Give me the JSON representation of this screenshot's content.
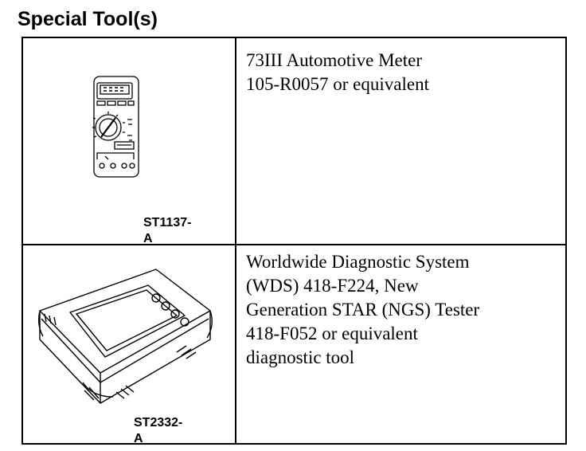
{
  "heading": "Special Tool(s)",
  "tools": [
    {
      "image_label": "ST1137-A",
      "description_lines": [
        "73III Automotive Meter",
        "105-R0057 or equivalent"
      ],
      "illustration": "multimeter-icon"
    },
    {
      "image_label": "ST2332-A",
      "description_lines": [
        "Worldwide Diagnostic System",
        "(WDS) 418-F224, New",
        "Generation STAR (NGS) Tester",
        "418-F052 or equivalent",
        "diagnostic tool"
      ],
      "illustration": "diagnostic-tester-icon"
    }
  ]
}
